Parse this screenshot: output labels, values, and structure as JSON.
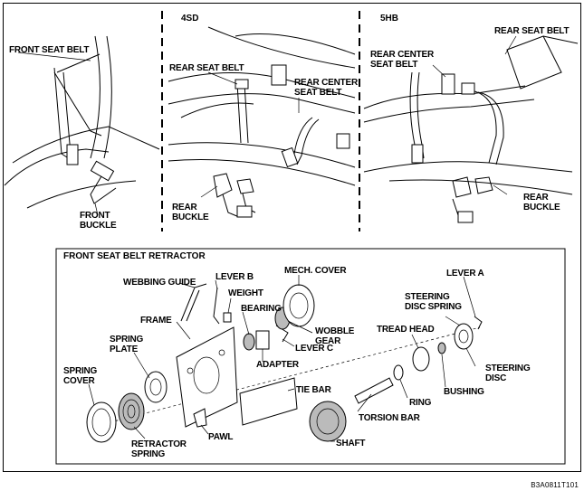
{
  "sections": {
    "sedan": "4SD",
    "hatchback": "5HB",
    "retractor": "FRONT SEAT BELT RETRACTOR"
  },
  "labels": {
    "front_seat_belt": "FRONT SEAT BELT",
    "front_buckle": "FRONT\nBUCKLE",
    "rear_seat_belt_4sd": "REAR SEAT BELT",
    "rear_center_seat_belt_4sd": "REAR CENTER\nSEAT BELT",
    "rear_buckle_4sd": "REAR\nBUCKLE",
    "rear_center_seat_belt_5hb": "REAR CENTER\nSEAT BELT",
    "rear_seat_belt_5hb": "REAR SEAT BELT",
    "rear_buckle_5hb": "REAR\nBUCKLE",
    "webbing_guide": "WEBBING GUIDE",
    "lever_b": "LEVER B",
    "weight": "WEIGHT",
    "mech_cover": "MECH. COVER",
    "frame": "FRAME",
    "bearing": "BEARING",
    "wobble_gear": "WOBBLE\nGEAR",
    "lever_c": "LEVER C",
    "spring_plate": "SPRING\nPLATE",
    "adapter": "ADAPTER",
    "spring_cover": "SPRING\nCOVER",
    "tie_bar": "TIE BAR",
    "pawl": "PAWL",
    "retractor_spring": "RETRACTOR\nSPRING",
    "torsion_bar": "TORSION BAR",
    "shaft": "SHAFT",
    "ring": "RING",
    "tread_head": "TREAD HEAD",
    "lever_a": "LEVER A",
    "steering_disc_spring": "STEERING\nDISC SPRING",
    "bushing": "BUSHING",
    "steering_disc": "STEERING\nDISC"
  },
  "reference_code": "B3A0811T101"
}
